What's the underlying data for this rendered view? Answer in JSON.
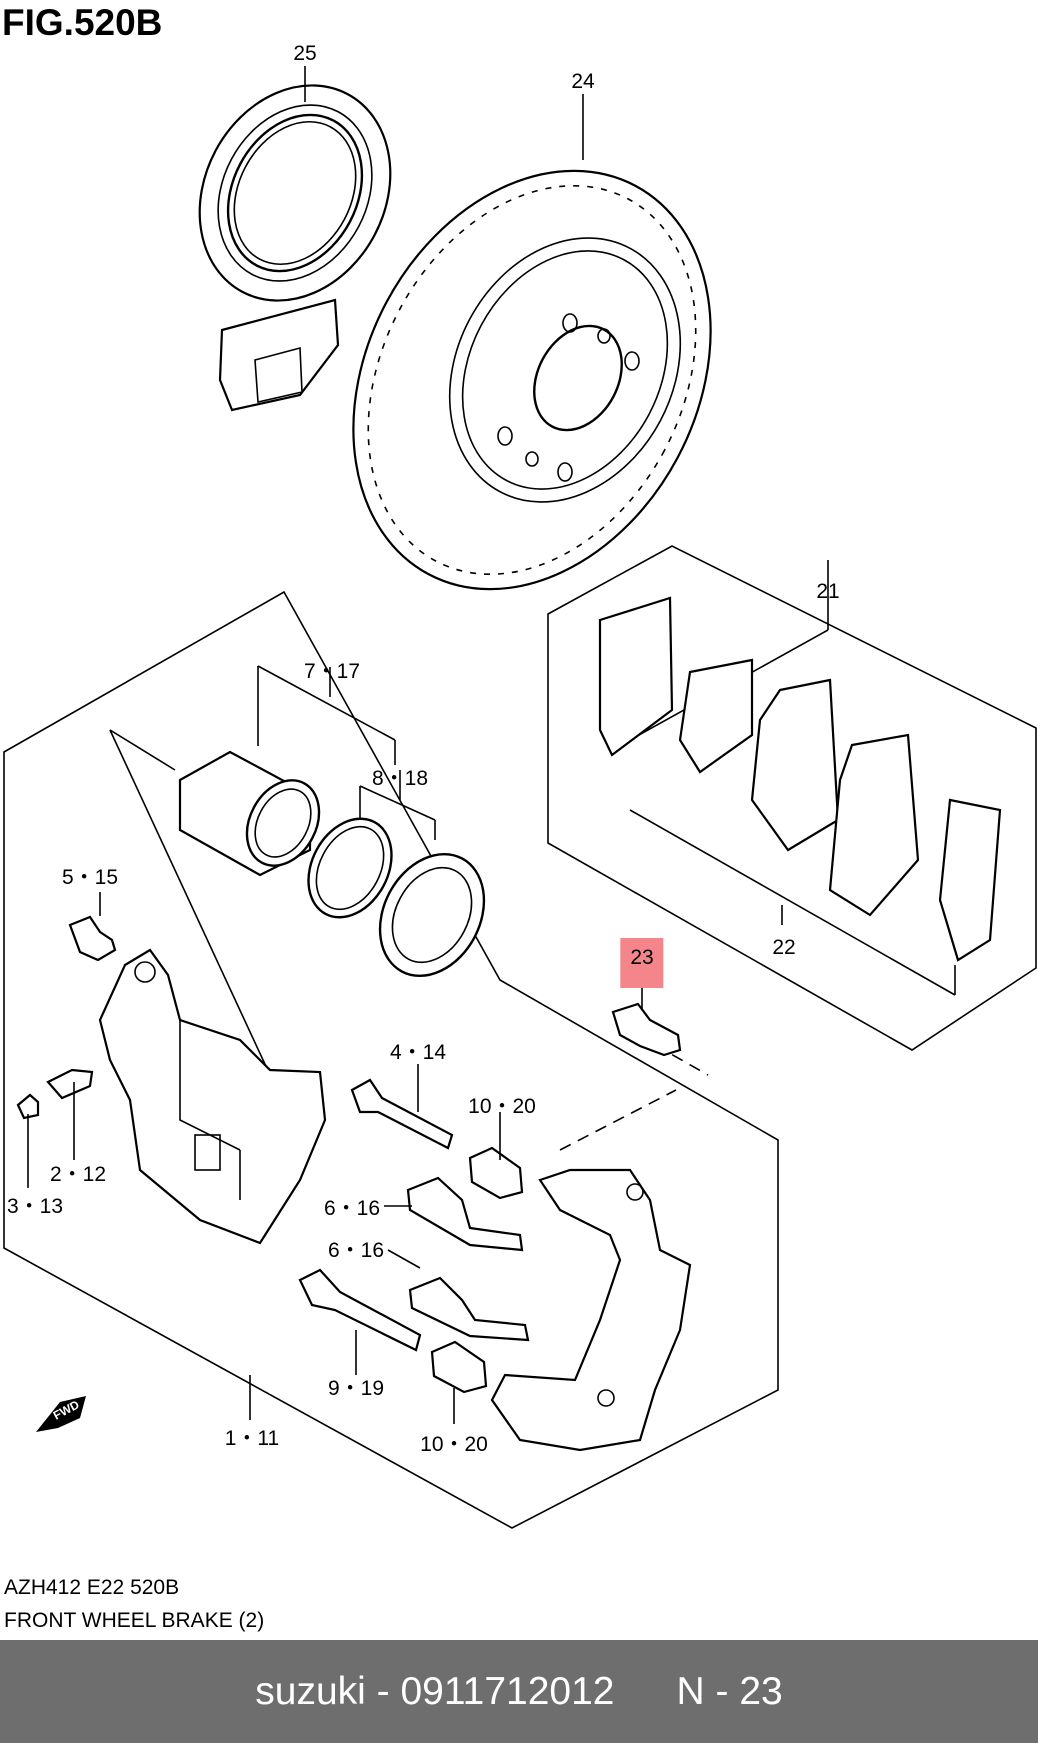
{
  "figure": {
    "title": "FIG.520B",
    "model_code": "AZH412 E22 520B",
    "description": "FRONT WHEEL BRAKE (2)"
  },
  "callouts": [
    {
      "id": "c25",
      "text": "25",
      "highlighted": false
    },
    {
      "id": "c24",
      "text": "24",
      "highlighted": false
    },
    {
      "id": "c21",
      "text": "21",
      "highlighted": false
    },
    {
      "id": "c717",
      "text": "7・17",
      "highlighted": false
    },
    {
      "id": "c818",
      "text": "8・18",
      "highlighted": false
    },
    {
      "id": "c515",
      "text": "5・15",
      "highlighted": false
    },
    {
      "id": "c22",
      "text": "22",
      "highlighted": false
    },
    {
      "id": "c23",
      "text": "23",
      "highlighted": true
    },
    {
      "id": "c414",
      "text": "4・14",
      "highlighted": false
    },
    {
      "id": "c1020a",
      "text": "10・20",
      "highlighted": false
    },
    {
      "id": "c212",
      "text": "2・12",
      "highlighted": false
    },
    {
      "id": "c313",
      "text": "3・13",
      "highlighted": false
    },
    {
      "id": "c616a",
      "text": "6・16",
      "highlighted": false
    },
    {
      "id": "c616b",
      "text": "6・16",
      "highlighted": false
    },
    {
      "id": "c919",
      "text": "9・19",
      "highlighted": false
    },
    {
      "id": "c111",
      "text": "1・11",
      "highlighted": false
    },
    {
      "id": "c1020b",
      "text": "10・20",
      "highlighted": false
    }
  ],
  "fwd_label": "FWD",
  "footer": {
    "brand_part": "suzuki - 0911712012",
    "position": "N - 23"
  },
  "colors": {
    "highlight": "#f4868b",
    "footer_bg": "#6e6e6e",
    "footer_text": "#ffffff"
  }
}
